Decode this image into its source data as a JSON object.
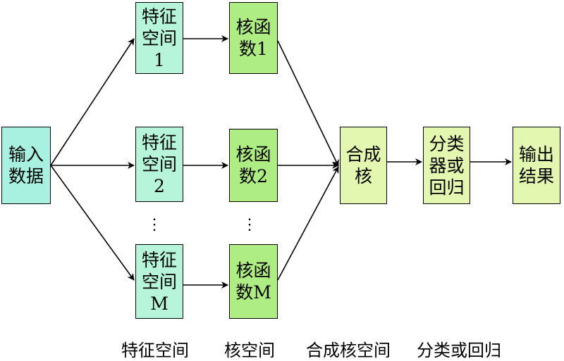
{
  "colors": {
    "input": "#a8f0df",
    "feature": "#b6f5da",
    "kernel": "#aeed84",
    "combine": "#e3f7b0",
    "classifier": "#e3f7b0",
    "output": "#e3f7b0",
    "arrow": "#000000"
  },
  "nodes": {
    "input": "输入\n数据",
    "feature_1": "特征\n空间\n1",
    "feature_2": "特征\n空间\n2",
    "feature_m": "特征\n空间\nM",
    "kernel_1": "核函\n数1",
    "kernel_2": "核函\n数2",
    "kernel_m": "核函\n数M",
    "combine": "合成\n核",
    "classifier": "分类\n器或\n回归",
    "output": "输出\n结果"
  },
  "ellipsis": "⋮",
  "captions": {
    "feature_space": "特征空间",
    "kernel_space": "核空间",
    "combined_space": "合成核空间",
    "classify_regress": "分类或回归"
  }
}
